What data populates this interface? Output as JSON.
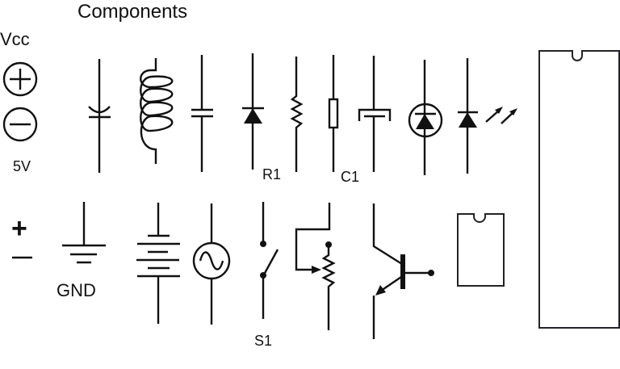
{
  "title": "Components",
  "labels": {
    "vcc": "Vcc",
    "five_volt": "5V",
    "r1": "R1",
    "c1": "C1",
    "gnd": "GND",
    "s1": "S1",
    "plus": "+",
    "minus": "−"
  },
  "components": {
    "top_row": [
      "varactor-diode",
      "inductor-coil",
      "capacitor",
      "diode",
      "resistor-zigzag",
      "resistor-box",
      "polarized-capacitor",
      "diode-in-circle",
      "light-emitting-diode"
    ],
    "bottom_row": [
      "ground",
      "battery",
      "ac-source",
      "switch",
      "potentiometer",
      "pnp-transistor",
      "ic-package-small"
    ],
    "right": "ic-package-large"
  },
  "colors": {
    "stroke": "#111111",
    "ic_outline": "#22222a",
    "background": "#ffffff"
  }
}
